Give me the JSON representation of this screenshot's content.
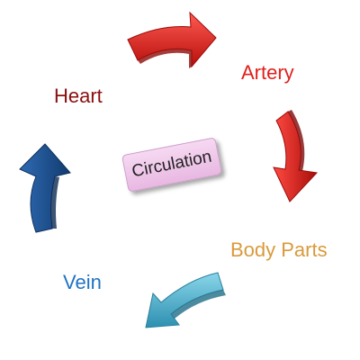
{
  "center": {
    "label": "Circulation",
    "color": "#f0c8ec"
  },
  "nodes": {
    "heart": {
      "label": "Heart",
      "color": "#8b0f0f"
    },
    "artery": {
      "label": "Artery",
      "color": "#e0201c"
    },
    "body_parts": {
      "label": "Body Parts",
      "color": "#d99a3c"
    },
    "vein": {
      "label": "Vein",
      "color": "#1f73c4"
    }
  },
  "arrows": {
    "heart_to_artery": {
      "from": "Heart",
      "to": "Artery",
      "color": "#e3201b"
    },
    "artery_to_body": {
      "from": "Artery",
      "to": "Body Parts",
      "color": "#e3201b"
    },
    "body_to_vein": {
      "from": "Body Parts",
      "to": "Vein",
      "color": "#4cb5d2"
    },
    "vein_to_heart": {
      "from": "Vein",
      "to": "Heart",
      "color": "#1d4f8f"
    }
  }
}
